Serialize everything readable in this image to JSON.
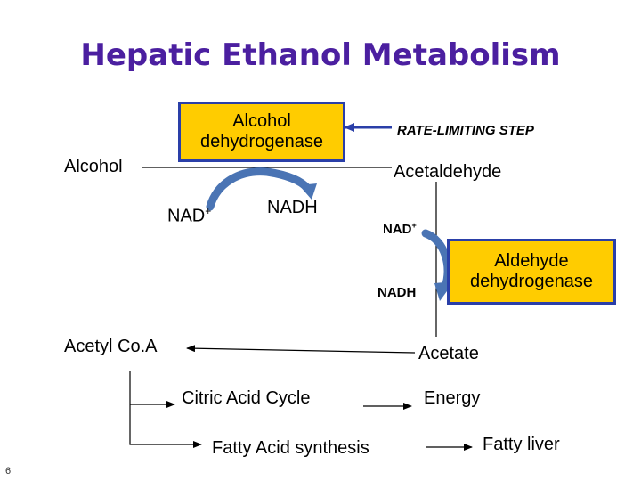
{
  "title": "Hepatic Ethanol Metabolism",
  "alcohol": "Alcohol",
  "enzyme1": {
    "line1": "Alcohol",
    "line2": "dehydrogenase"
  },
  "rate_limiting": "RATE-LIMITING STEP",
  "acetaldehyde": "Acetaldehyde",
  "nad_plus_1": {
    "base": "NAD",
    "sup": "+"
  },
  "nadh_1": "NADH",
  "nad_plus_2": {
    "base": "NAD",
    "sup": "+"
  },
  "nadh_2": "NADH",
  "enzyme2": {
    "line1": "Aldehyde",
    "line2": "dehydrogenase"
  },
  "acetyl_coa": "Acetyl Co.A",
  "acetate": "Acetate",
  "citric_acid_cycle": "Citric Acid Cycle",
  "energy": "Energy",
  "fatty_acid_synthesis": "Fatty Acid synthesis",
  "fatty_liver": "Fatty liver",
  "slide_number": "6",
  "colors": {
    "title": "#4b1fa0",
    "enzyme_box_fill": "#ffcc00",
    "enzyme_box_border": "#2a3fa8",
    "curved_arrow": "#4a74b4"
  }
}
